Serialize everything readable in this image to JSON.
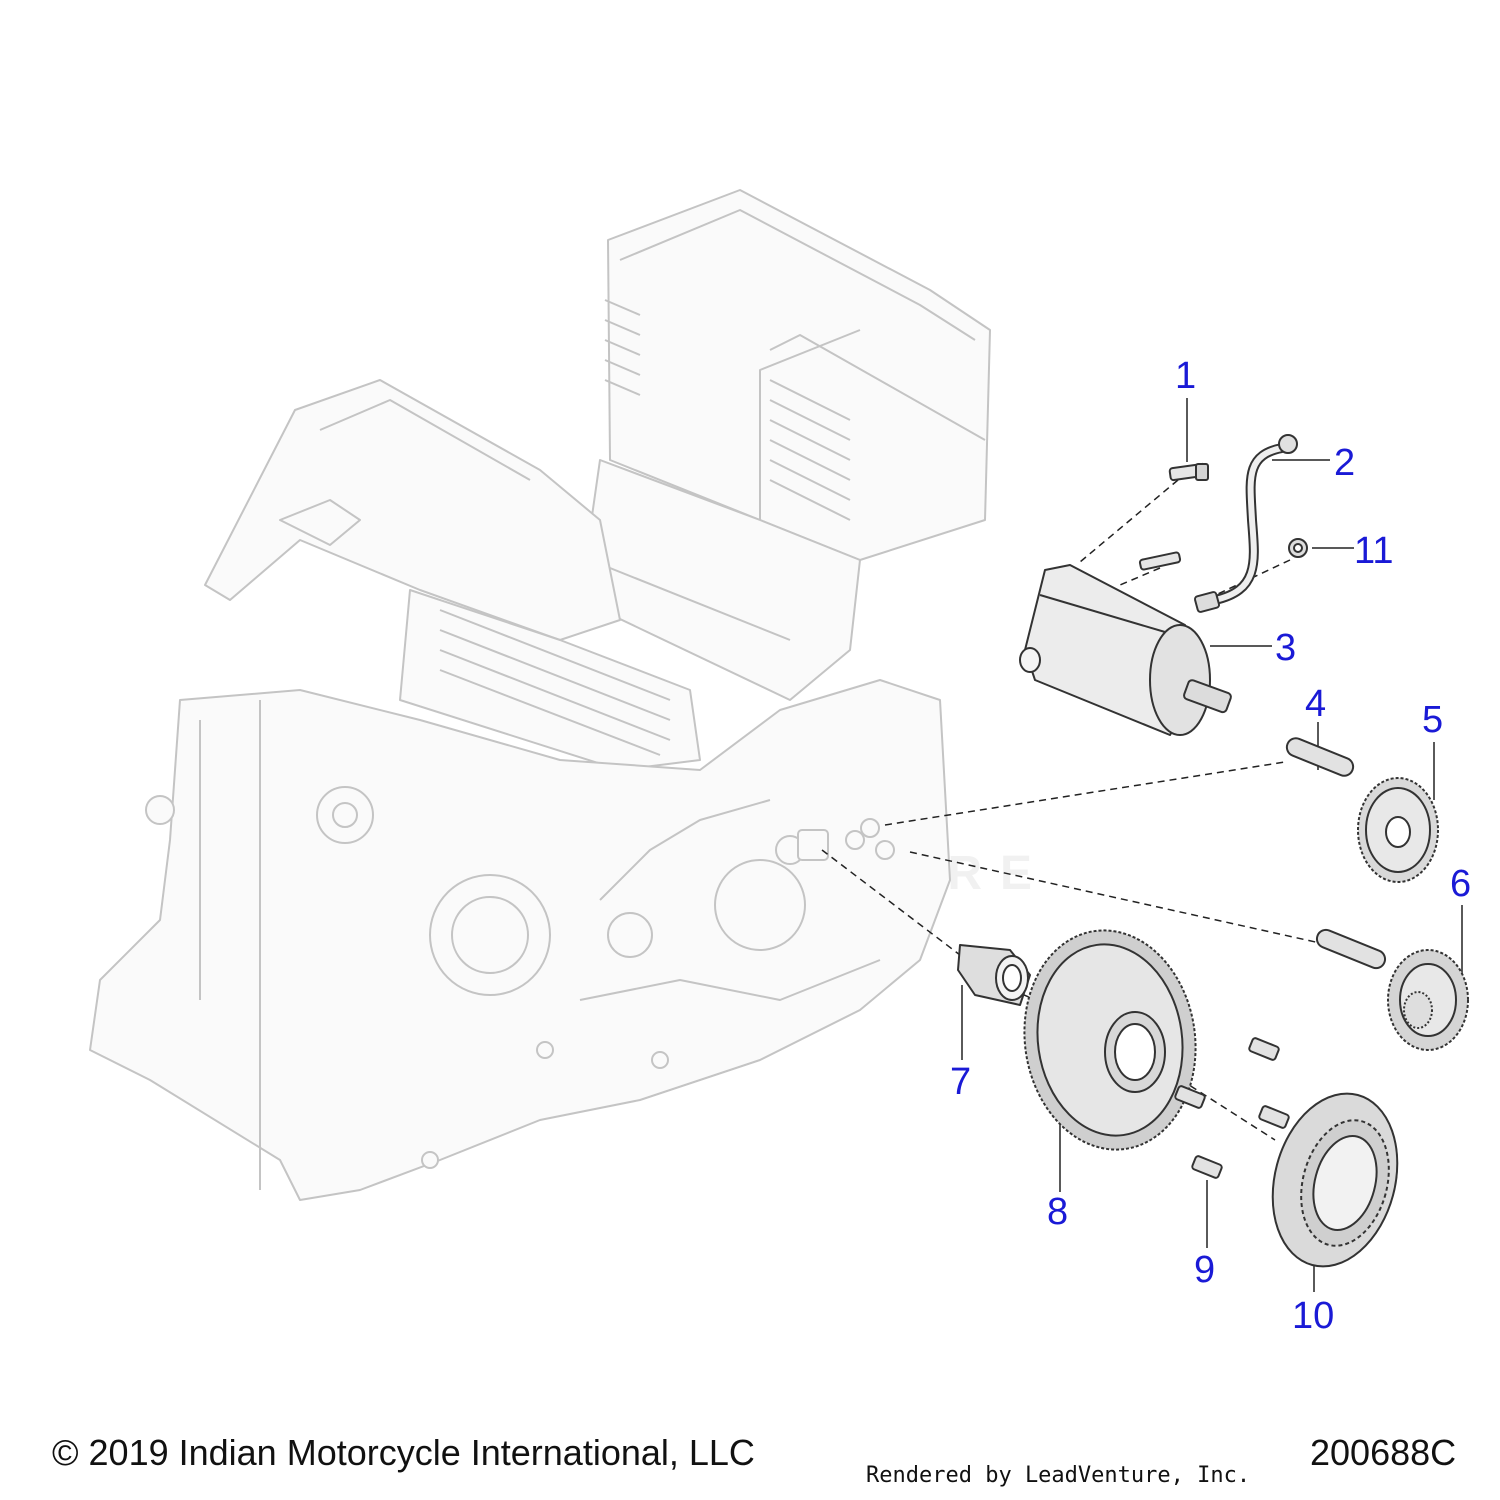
{
  "callouts": [
    {
      "n": "1"
    },
    {
      "n": "2"
    },
    {
      "n": "3"
    },
    {
      "n": "4"
    },
    {
      "n": "5"
    },
    {
      "n": "6"
    },
    {
      "n": "7"
    },
    {
      "n": "8"
    },
    {
      "n": "9"
    },
    {
      "n": "10"
    },
    {
      "n": "11"
    }
  ],
  "footer": {
    "copyright": "© 2019 Indian Motorcycle International, LLC",
    "rendered_by": "Rendered by LeadVenture, Inc.",
    "doc_number": "200688C"
  },
  "watermark": "LEADVENTURE",
  "colors": {
    "callout": "#1a1ad6",
    "line": "#222222",
    "engine_outline": "#bfbfbf",
    "part_fill": "#e4e4e4",
    "part_stroke": "#333333"
  }
}
